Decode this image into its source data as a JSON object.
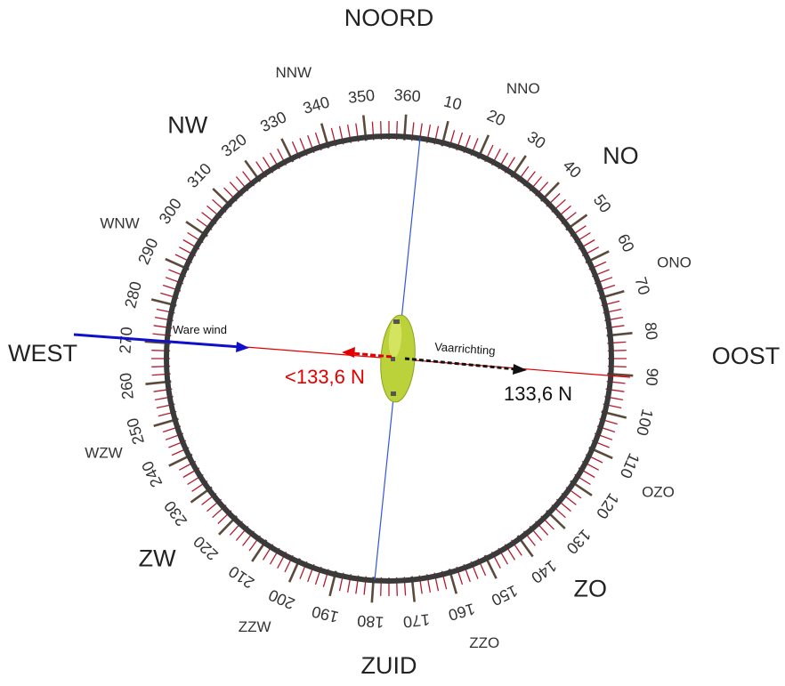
{
  "compass": {
    "cardinals": [
      {
        "text": "NOORD",
        "bearing": 0
      },
      {
        "text": "OOST",
        "bearing": 90
      },
      {
        "text": "ZUID",
        "bearing": 180
      },
      {
        "text": "WEST",
        "bearing": 270
      }
    ],
    "intercardinals": [
      {
        "text": "NO",
        "bearing": 45
      },
      {
        "text": "ZO",
        "bearing": 135
      },
      {
        "text": "ZW",
        "bearing": 225
      },
      {
        "text": "NW",
        "bearing": 315
      }
    ],
    "secondary": [
      {
        "text": "NNO",
        "bearing": 22.5
      },
      {
        "text": "ONO",
        "bearing": 67.5
      },
      {
        "text": "OZO",
        "bearing": 112.5
      },
      {
        "text": "ZZO",
        "bearing": 157.5
      },
      {
        "text": "ZZW",
        "bearing": 202.5
      },
      {
        "text": "WZW",
        "bearing": 247.5
      },
      {
        "text": "WNW",
        "bearing": 292.5
      },
      {
        "text": "NNW",
        "bearing": 337.5
      }
    ],
    "degree_labels": [
      "10",
      "20",
      "30",
      "40",
      "50",
      "60",
      "70",
      "80",
      "90",
      "100",
      "110",
      "120",
      "130",
      "140",
      "150",
      "160",
      "170",
      "180",
      "190",
      "200",
      "210",
      "220",
      "230",
      "240",
      "250",
      "260",
      "270",
      "280",
      "290",
      "300",
      "310",
      "320",
      "330",
      "340",
      "350",
      "360"
    ],
    "colors": {
      "ring": "#3a3a3a",
      "major_tick": "#5a4a3a",
      "minor_tick": "#b5192e",
      "red_line": "#e00000",
      "blue_line": "#3355dd",
      "wind_arrow": "#1010cc",
      "boat": "#bcd23a"
    }
  },
  "annotations": {
    "wind_label": "Ware wind",
    "course_label": "Vaarrichting",
    "heading_value": "133,6 N",
    "counter_value": "<133,6 N"
  }
}
